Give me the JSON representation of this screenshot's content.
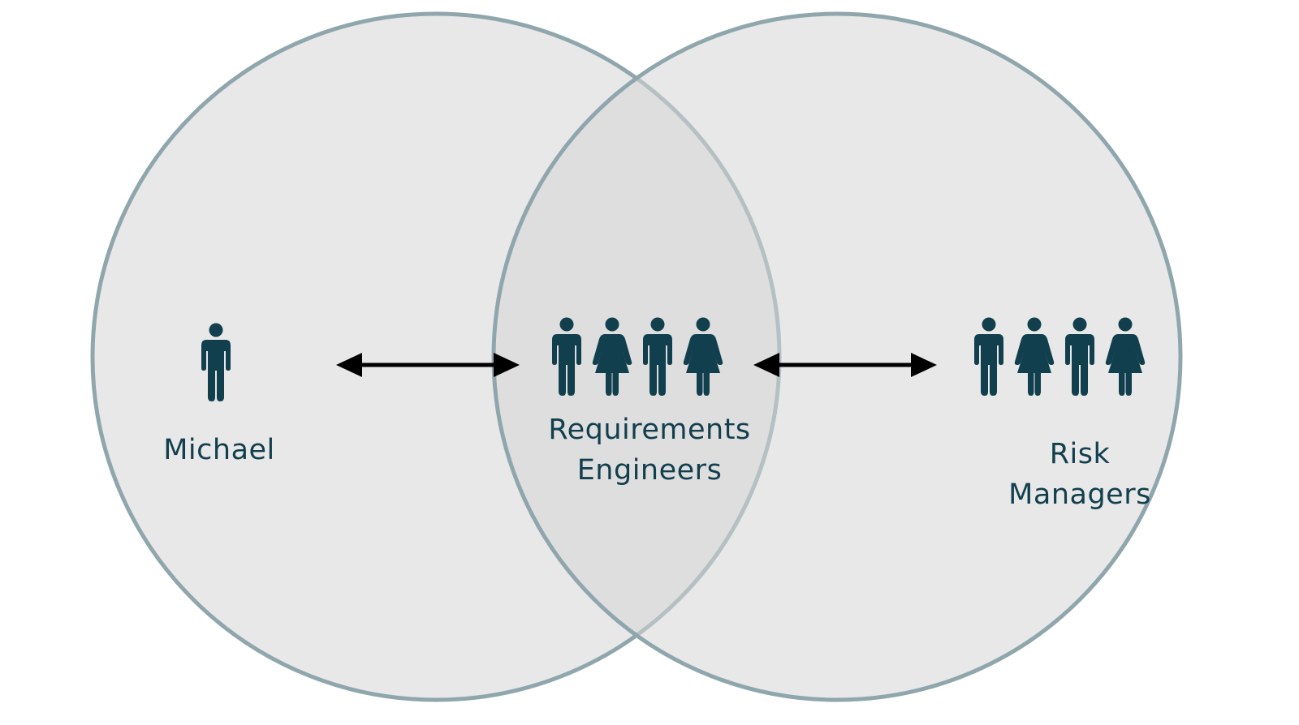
{
  "diagram": {
    "colors": {
      "background": "#ffffff",
      "circle_fill": "#d6d6d6",
      "circle_stroke": "#8fa6ad",
      "icon": "#123f4e",
      "arrow": "#000000",
      "text": "#123f4e"
    },
    "groups": [
      {
        "id": "michael",
        "lines": [
          "Michael"
        ],
        "icons": [
          "male-person-icon"
        ]
      },
      {
        "id": "requirements-engineers",
        "lines": [
          "Requirements",
          "Engineers"
        ],
        "icons": [
          "male-person-icon",
          "female-person-icon",
          "male-person-icon",
          "female-person-icon"
        ]
      },
      {
        "id": "risk-managers",
        "lines": [
          "Risk",
          "Managers"
        ],
        "icons": [
          "male-person-icon",
          "female-person-icon",
          "male-person-icon",
          "female-person-icon"
        ]
      }
    ],
    "arrows": [
      {
        "between": [
          "michael",
          "requirements-engineers"
        ],
        "style": "double-headed"
      },
      {
        "between": [
          "requirements-engineers",
          "risk-managers"
        ],
        "style": "double-headed"
      }
    ]
  }
}
